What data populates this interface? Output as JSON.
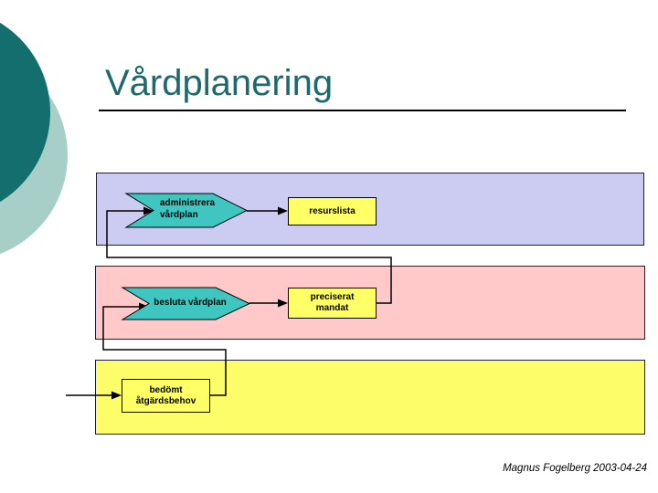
{
  "slide": {
    "title": "Vårdplanering",
    "footer": "Magnus Fogelberg 2003-04-24"
  },
  "nodes": {
    "administrera": {
      "type": "process-chevron",
      "line1": "administrera",
      "line2": "vårdplan"
    },
    "besluta": {
      "type": "process-chevron",
      "line1": "besluta vårdplan"
    },
    "resurslista": {
      "type": "data-box",
      "line1": "resurslista"
    },
    "preciserat": {
      "type": "data-box",
      "line1": "preciserat",
      "line2": "mandat"
    },
    "bedomt": {
      "type": "data-box",
      "line1": "bedömt",
      "line2": "åtgärdsbehov"
    }
  },
  "edges": [
    {
      "from": "administrera vårdplan",
      "to": "resurslista"
    },
    {
      "from": "besluta vårdplan",
      "to": "preciserat mandat"
    },
    {
      "from": "preciserat mandat",
      "to": "administrera vårdplan"
    },
    {
      "from": "bedömt åtgärdsbehov",
      "to": "besluta vårdplan"
    },
    {
      "from": null,
      "to": "bedömt åtgärdsbehov"
    }
  ],
  "colors": {
    "title_text": "#1e6a6a",
    "lane_top": "#ccccf2",
    "lane_middle": "#ffc9c9",
    "lane_bottom": "#fdfd6a",
    "process_shape": "#3fc6c0",
    "data_box": "#ffff66",
    "connector": "#000000",
    "circle_dark": "#156e6e",
    "circle_light": "#a8cec8"
  }
}
